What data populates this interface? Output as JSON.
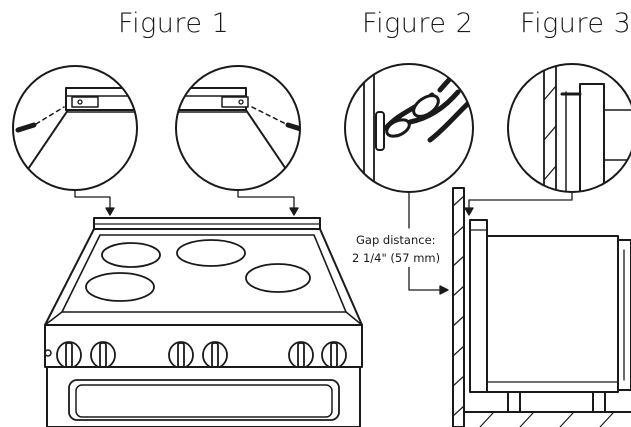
{
  "figures": [
    {
      "label": "Figure 1"
    },
    {
      "label": "Figure 2"
    },
    {
      "label": "Figure 3"
    }
  ],
  "annotation": {
    "title": "Gap distance:",
    "value": "2 1/4\" (57 mm)"
  },
  "colors": {
    "line": "#1a1a1a",
    "panel": "#ffffff",
    "shade": "#e9e9e9"
  }
}
